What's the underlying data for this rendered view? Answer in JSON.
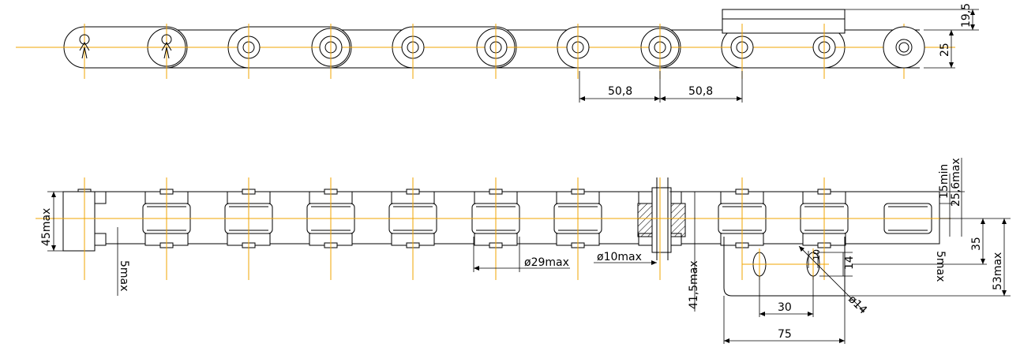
{
  "top_view_dimensions": {
    "pitch_1": "50,8",
    "pitch_2": "50,8",
    "attachment_height": "19,5",
    "plate_height": "25"
  },
  "side_view_dimensions": {
    "overall_width": "45max",
    "pin_protrusion": "5max",
    "roller_diameter": "ø29max",
    "pin_diameter": "ø10max",
    "attachment_width": "41,5max",
    "plate_thickness_min": "15min",
    "width_over_plates": "25,6max",
    "hole_offset": "5max",
    "attachment_height": "35",
    "attachment_total": "53max",
    "hole_spacing": "30",
    "attachment_length": "75",
    "hole_height": "14",
    "hole_slot": "10",
    "hole_diameter": "ø14"
  },
  "colors": {
    "centerline": "#f2a400",
    "outline": "#000000"
  }
}
